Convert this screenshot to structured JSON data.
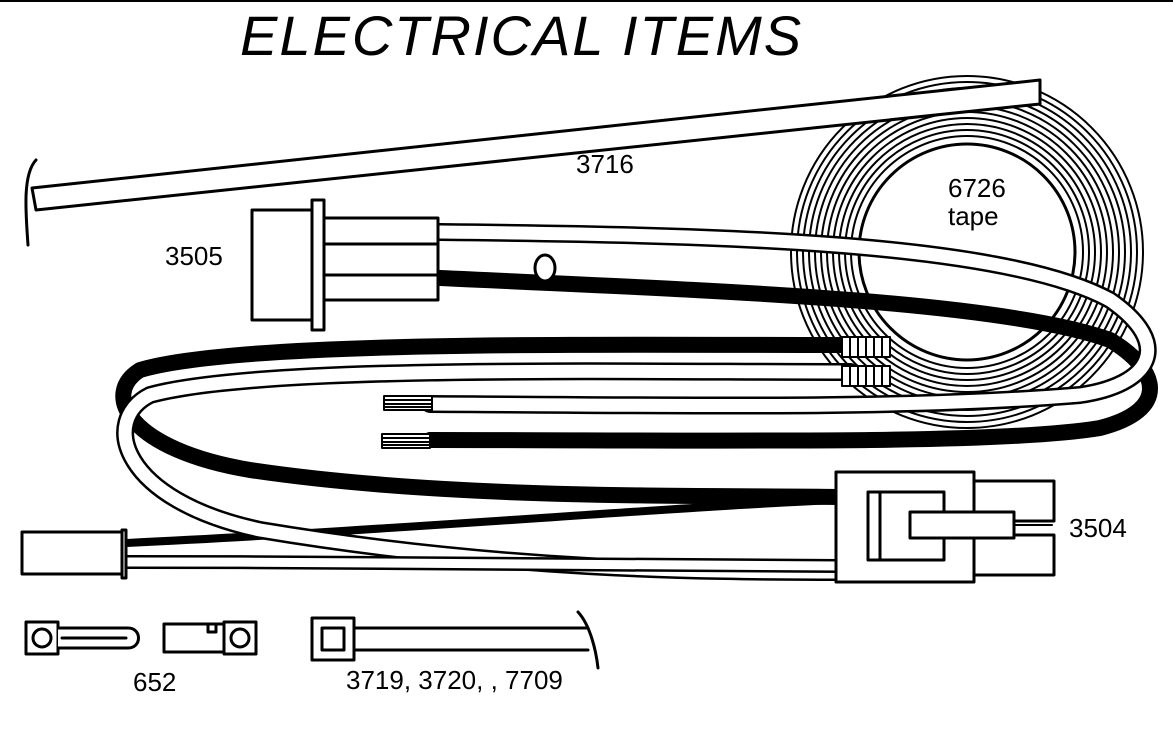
{
  "title": "ELECTRICAL ITEMS",
  "parts": {
    "wire_loom": "3716",
    "connector_female": "3505",
    "tape_number": "6726",
    "tape_word": "tape",
    "connector_male": "3504",
    "terminal": "652",
    "cable_ties": "3719, 3720, , 7709"
  }
}
